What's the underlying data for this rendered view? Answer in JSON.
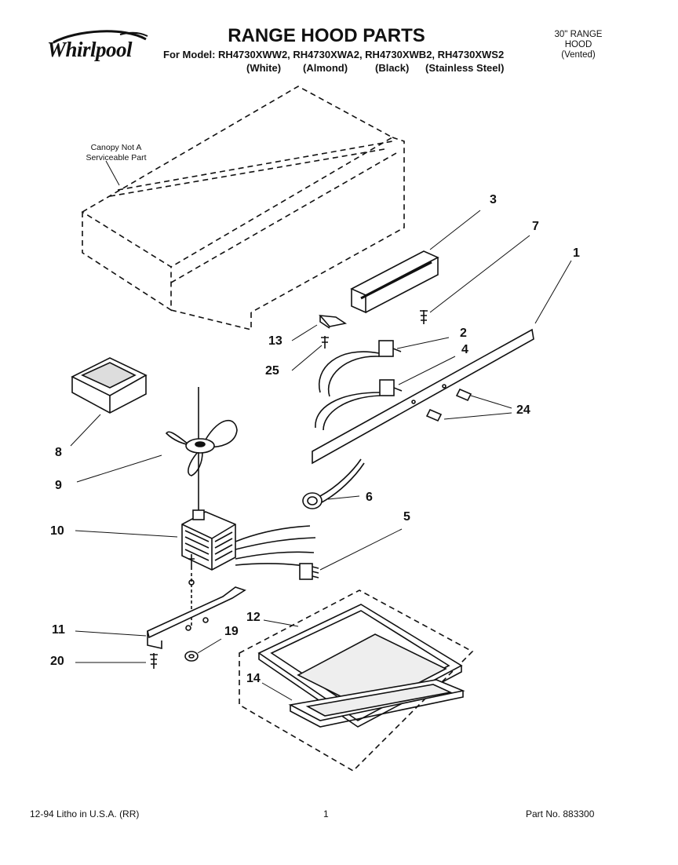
{
  "brand": {
    "logo_text": "Whirlpool"
  },
  "header": {
    "title": "RANGE HOOD PARTS",
    "models_line": "For Model: RH4730XWW2, RH4730XWA2, RH4730XWB2, RH4730XWS2",
    "colors": [
      "(White)",
      "(Almond)",
      "(Black)",
      "(Stainless Steel)"
    ],
    "range_type": [
      "30\" RANGE",
      "HOOD",
      "(Vented)"
    ]
  },
  "canopy_note": [
    "Canopy Not A",
    "Serviceable Part"
  ],
  "callouts": [
    "1",
    "2",
    "3",
    "4",
    "5",
    "6",
    "7",
    "8",
    "9",
    "10",
    "11",
    "12",
    "13",
    "14",
    "19",
    "20",
    "24",
    "25"
  ],
  "footer": {
    "left": "12-94  Litho in U.S.A. (RR)",
    "page": "1",
    "part_no": "Part No. 883300"
  }
}
